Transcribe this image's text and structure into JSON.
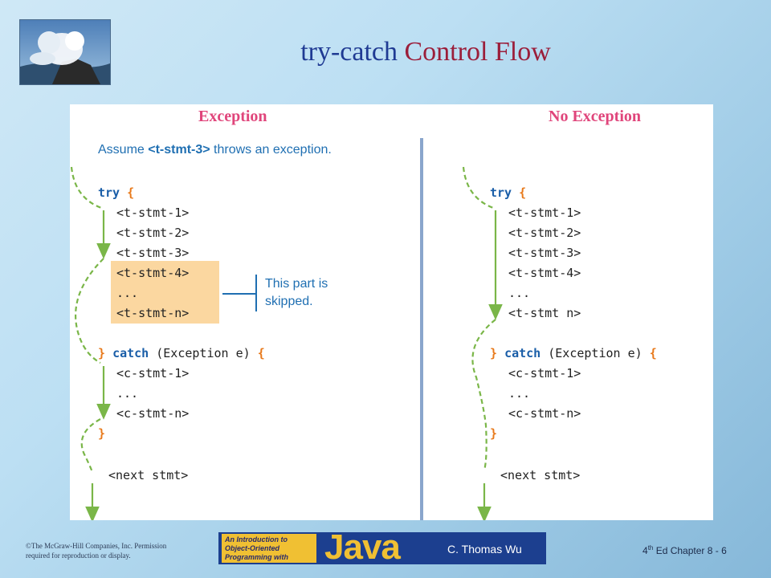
{
  "title": {
    "part1": "try-catch",
    "part2": "Control Flow"
  },
  "left": {
    "header": "Exception",
    "note_prefix": "Assume ",
    "note_code": "<t-stmt-3>",
    "note_suffix": " throws an exception.",
    "try_kw": "try",
    "lines_try": [
      "<t-stmt-1>",
      "<t-stmt-2>",
      "<t-stmt-3>",
      "<t-stmt-4>",
      "...",
      "<t-stmt-n>"
    ],
    "catch_kw": "catch",
    "catch_args": "(Exception e)",
    "lines_catch": [
      "<c-stmt-1>",
      "...",
      "<c-stmt-n>"
    ],
    "next": "<next stmt>",
    "skip_line1": "This part is",
    "skip_line2": "skipped."
  },
  "right": {
    "header": "No Exception",
    "try_kw": "try",
    "lines_try": [
      "<t-stmt-1>",
      "<t-stmt-2>",
      "<t-stmt-3>",
      "<t-stmt-4>",
      "...",
      "<t-stmt n>"
    ],
    "catch_kw": "catch",
    "catch_args": "(Exception e)",
    "lines_catch": [
      "<c-stmt-1>",
      "...",
      "<c-stmt-n>"
    ],
    "next": "<next stmt>"
  },
  "brace_open": "{",
  "brace_close": "}",
  "footer": {
    "copyright_1": "©The McGraw-Hill Companies, Inc. Permission",
    "copyright_2": "required for reproduction or display.",
    "banner_line1": "An Introduction to",
    "banner_line2": "Object-Oriented",
    "banner_line3": "Programming with",
    "banner_java": "Java",
    "banner_author": "C. Thomas Wu",
    "chapter_sup": "th",
    "chapter_pre": "4",
    "chapter_post": " Ed Chapter 8 - 6"
  },
  "colors": {
    "title_blue": "#1f3a93",
    "title_red": "#9b1e3a",
    "keyword": "#1a5ea8",
    "header_pink": "#e0457b",
    "flow_green": "#7ab648",
    "highlight": "#fbd7a0"
  },
  "icons": {
    "logo": "wave-splash-image"
  }
}
